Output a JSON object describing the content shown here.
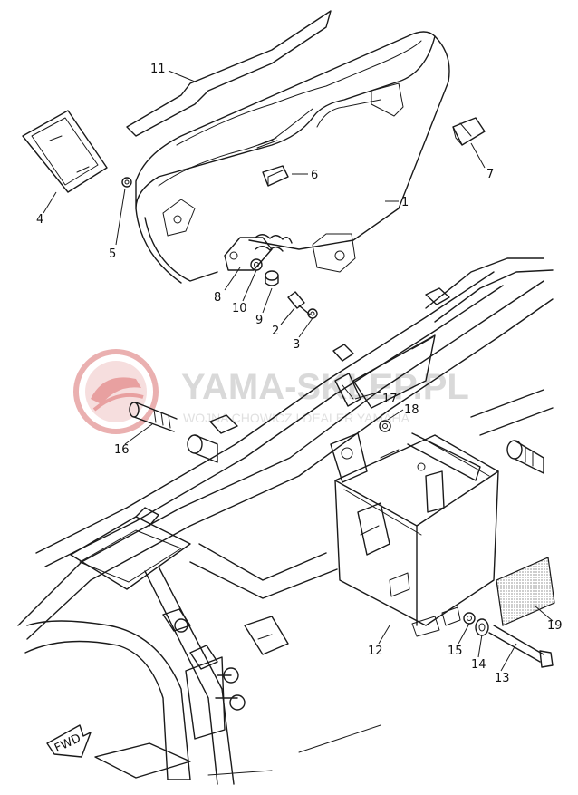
{
  "watermark": {
    "title": "YAMA-SKLEP.PL",
    "subtitle": "WOJNA CHOWICZ I DEALER YAMAHA",
    "logo_color": "#e8a0a0",
    "text_color": "#d9d9d9"
  },
  "fwd_label": "FWD",
  "callouts": {
    "c1": "1",
    "c2": "2",
    "c3": "3",
    "c4": "4",
    "c5": "5",
    "c6": "6",
    "c7": "7",
    "c8": "8",
    "c9": "9",
    "c10": "10",
    "c11": "11",
    "c12": "12",
    "c13": "13",
    "c14": "14",
    "c15": "15",
    "c16": "16",
    "c17": "17",
    "c18": "18",
    "c19": "19"
  }
}
